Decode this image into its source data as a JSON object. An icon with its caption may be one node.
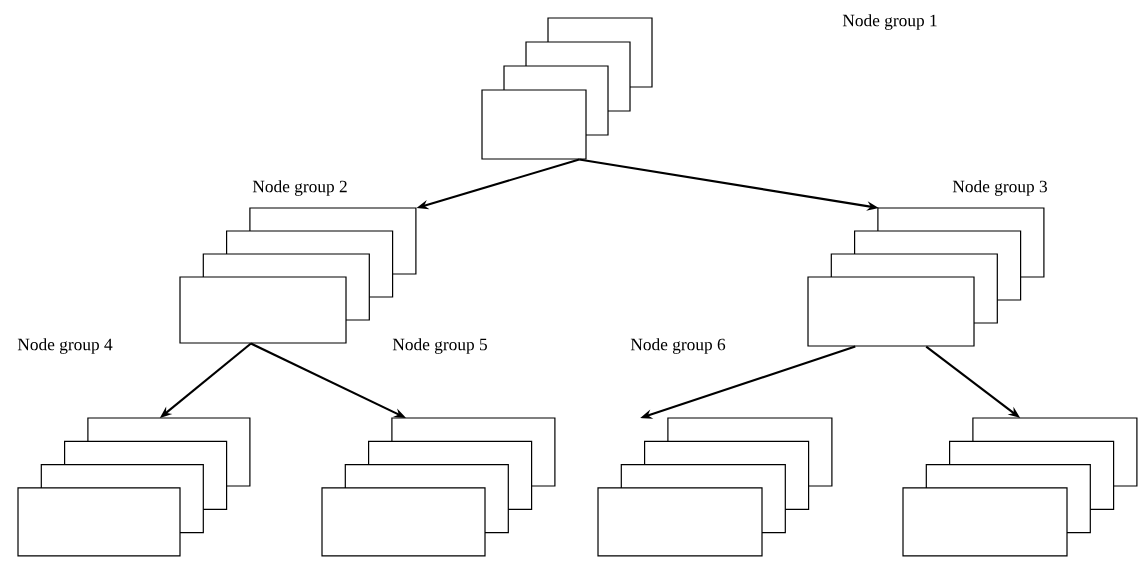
{
  "diagram": {
    "nodes": [
      {
        "text": [
          "Node group 1"
        ]
      },
      {
        "text": [
          "Node group 2"
        ]
      },
      {
        "text": [
          "Node group 3"
        ]
      },
      {
        "text": [
          "Node group 4"
        ]
      },
      {
        "text": [
          "Node group 5"
        ]
      },
      {
        "text": [
          "Node group 6"
        ]
      },
      {
        "text": [],
        "shape": "box"
      }
    ],
    "edges": [
      {
        "from": 0,
        "to": 1,
        "arrow": "to"
      },
      {
        "from": 0,
        "to": 2,
        "arrow": "to"
      },
      {
        "from": 1,
        "to": 3,
        "arrow": "to"
      },
      {
        "from": 1,
        "to": 4,
        "arrow": "to"
      },
      {
        "from": 2,
        "to": 5,
        "arrow": "to"
      },
      {
        "from": 2,
        "to": 6,
        "arrow": "to"
      }
    ]
  }
}
